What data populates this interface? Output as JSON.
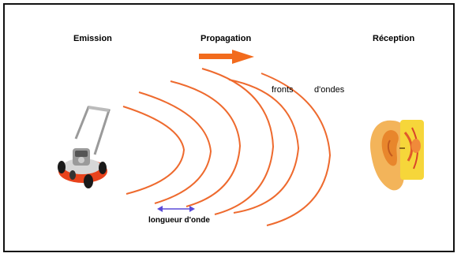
{
  "labels": {
    "emission": "Emission",
    "propagation": "Propagation",
    "reception": "Réception",
    "fronts": "fronts",
    "ondes": "d'ondes",
    "wavelength": "longueur d'onde"
  },
  "colors": {
    "wave": "#ee6a2e",
    "arrow": "#f26b1d",
    "wavelength_arrow": "#5a4ad8",
    "border": "#111111"
  },
  "icons": {
    "source": "lawn-mower-icon",
    "receiver": "ear-icon"
  }
}
